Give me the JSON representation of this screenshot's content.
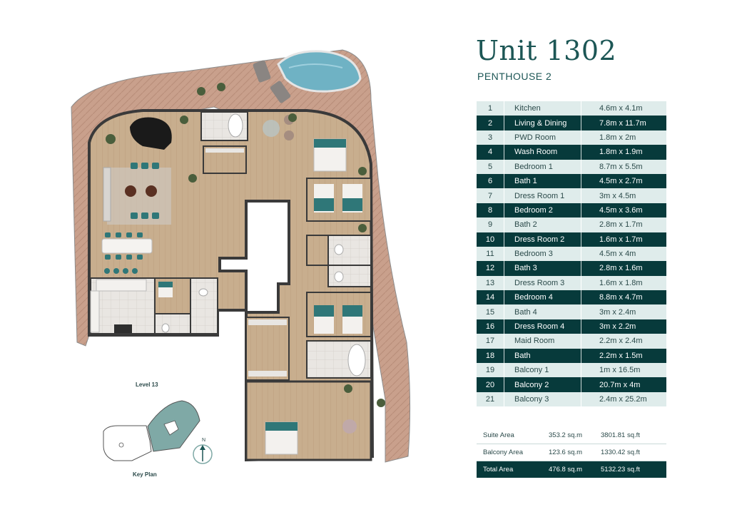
{
  "header": {
    "title": "Unit 1302",
    "subtitle": "PENTHOUSE 2"
  },
  "rooms": [
    {
      "num": "1",
      "name": "Kitchen",
      "dim": "4.6m x 4.1m"
    },
    {
      "num": "2",
      "name": "Living & Dining",
      "dim": "7.8m x 11.7m"
    },
    {
      "num": "3",
      "name": "PWD Room",
      "dim": "1.8m x 2m"
    },
    {
      "num": "4",
      "name": "Wash Room",
      "dim": "1.8m x 1.9m"
    },
    {
      "num": "5",
      "name": "Bedroom 1",
      "dim": "8.7m x 5.5m"
    },
    {
      "num": "6",
      "name": "Bath 1",
      "dim": "4.5m x 2.7m"
    },
    {
      "num": "7",
      "name": "Dress Room 1",
      "dim": "3m x 4.5m"
    },
    {
      "num": "8",
      "name": "Bedroom 2",
      "dim": "4.5m x 3.6m"
    },
    {
      "num": "9",
      "name": "Bath 2",
      "dim": "2.8m x 1.7m"
    },
    {
      "num": "10",
      "name": "Dress Room 2",
      "dim": "1.6m x 1.7m"
    },
    {
      "num": "11",
      "name": "Bedroom 3",
      "dim": "4.5m x 4m"
    },
    {
      "num": "12",
      "name": "Bath 3",
      "dim": "2.8m x 1.6m"
    },
    {
      "num": "13",
      "name": "Dress Room 3",
      "dim": "1.6m x 1.8m"
    },
    {
      "num": "14",
      "name": "Bedroom 4",
      "dim": "8.8m x 4.7m"
    },
    {
      "num": "15",
      "name": "Bath 4",
      "dim": "3m x 2.4m"
    },
    {
      "num": "16",
      "name": "Dress Room 4",
      "dim": "3m x 2.2m"
    },
    {
      "num": "17",
      "name": "Maid Room",
      "dim": "2.2m x 2.4m"
    },
    {
      "num": "18",
      "name": "Bath",
      "dim": "2.2m x 1.5m"
    },
    {
      "num": "19",
      "name": "Balcony 1",
      "dim": "1m x 16.5m"
    },
    {
      "num": "20",
      "name": "Balcony 2",
      "dim": "20.7m x 4m"
    },
    {
      "num": "21",
      "name": "Balcony 3",
      "dim": "2.4m x 25.2m"
    }
  ],
  "areas": [
    {
      "label": "Suite Area",
      "sqm": "353.2 sq.m",
      "sqft": "3801.81 sq.ft"
    },
    {
      "label": "Balcony Area",
      "sqm": "123.6 sq.m",
      "sqft": "1330.42 sq.ft"
    },
    {
      "label": "Total Area",
      "sqm": "476.8 sq.m",
      "sqft": "5132.23 sq.ft"
    }
  ],
  "keyplan": {
    "level": "Level 13",
    "label": "Key Plan",
    "north": "N"
  },
  "colors": {
    "accent": "#1c5655",
    "dark_row": "#073a3b",
    "light_row": "#dfeceb",
    "wall": "#3a3a3a",
    "floor": "#c8ae8e",
    "terrace": "#c9a08c",
    "pool": "#6fb2c4",
    "upholstery": "#2f7778"
  }
}
